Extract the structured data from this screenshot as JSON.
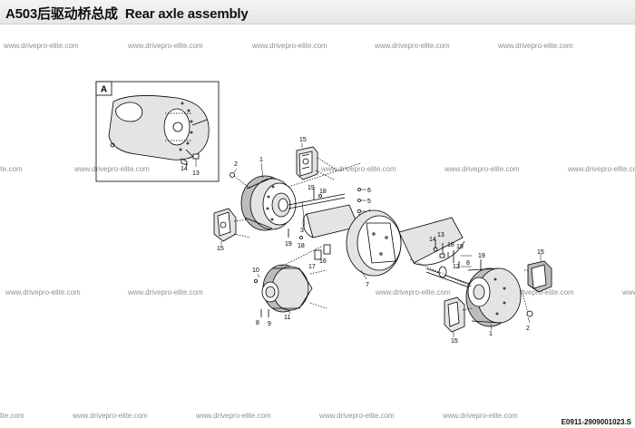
{
  "title": {
    "code_cn": "A503后驱动桥总成",
    "en": "Rear axle assembly"
  },
  "drawing_code": "E0911-2909001023.S",
  "watermark": "www.drivepro-elite.com",
  "detail_label": "A",
  "callouts": {
    "c15_tl": "15",
    "c1_tl": "1",
    "c2_tl": "2",
    "c19_a": "19",
    "c18_a": "18",
    "c6": "6",
    "c5": "5",
    "c4": "4",
    "c3": "3",
    "c19_b": "19",
    "c18_b": "18",
    "c15_l": "15",
    "c16": "16",
    "c17": "17",
    "c10": "10",
    "c8_l": "8",
    "c9": "9",
    "c11": "11",
    "c7": "7",
    "c14_r": "14",
    "c13_r": "13",
    "c18_r": "18",
    "c19_r": "19",
    "c12_r": "12",
    "c8_r": "8",
    "c15_r": "15",
    "c15_b": "15",
    "c1_r": "1",
    "c2_r": "2",
    "c14_d": "14",
    "c13_d": "13"
  }
}
